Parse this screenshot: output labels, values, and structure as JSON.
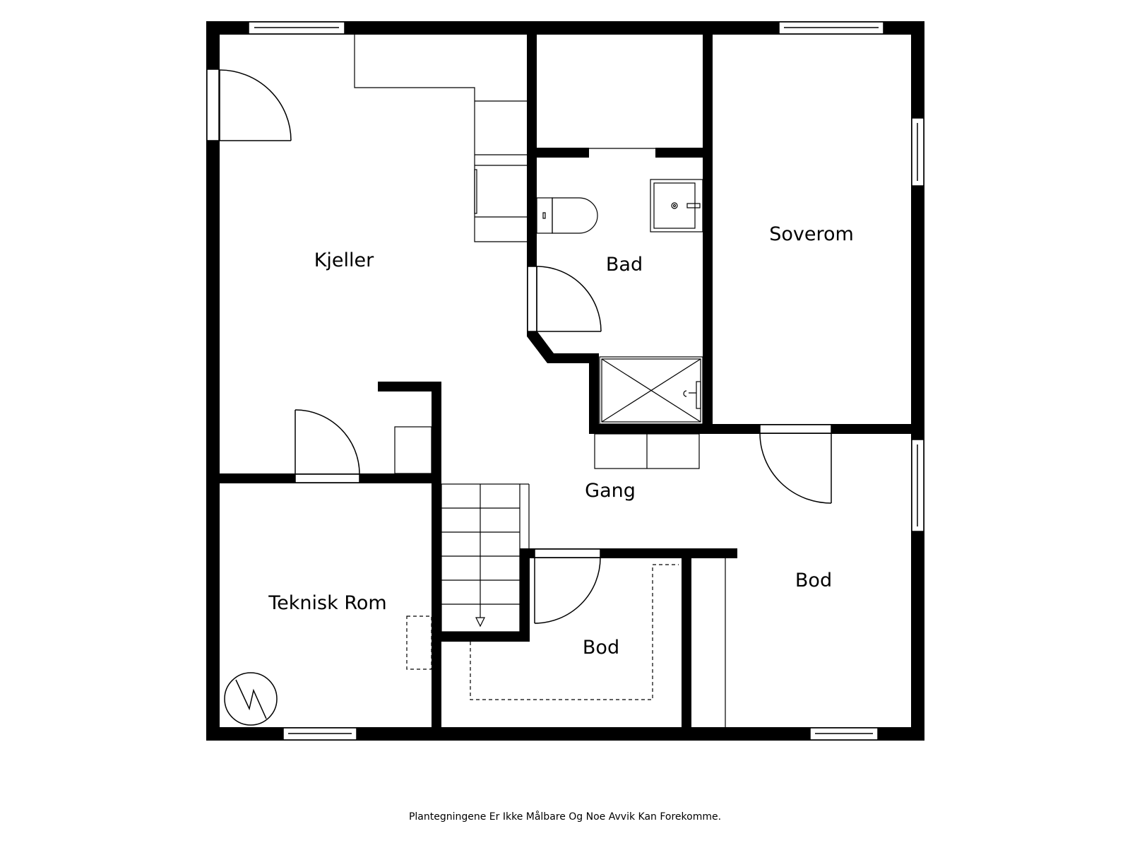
{
  "rooms": {
    "kjeller": "Kjeller",
    "bad": "Bad",
    "soverom": "Soverom",
    "gang": "Gang",
    "teknisk_rom": "Teknisk Rom",
    "bod_east": "Bod",
    "bod_center": "Bod"
  },
  "footer_note": "Plantegningene Er Ikke Målbare Og Noe Avvik Kan Forekomme.",
  "colors": {
    "wall": "#000000",
    "background": "#ffffff"
  }
}
